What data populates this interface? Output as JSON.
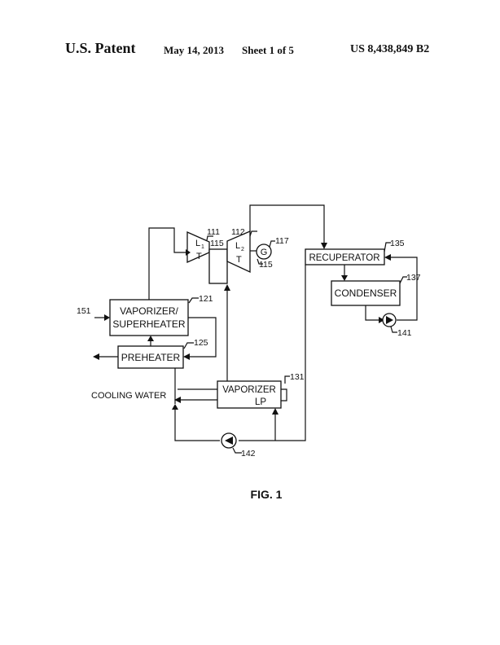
{
  "header": {
    "patent_label": "U.S. Patent",
    "date": "May 14, 2013",
    "sheet": "Sheet 1 of 5",
    "patent_number": "US 8,438,849 B2"
  },
  "figure": {
    "caption": "FIG. 1",
    "blocks": {
      "vaporizer_superheater": [
        "VAPORIZER/",
        "SUPERHEATER"
      ],
      "preheater": "PREHEATER",
      "vaporizer_lp": [
        "VAPORIZER",
        "LP"
      ],
      "recuperator": "RECUPERATOR",
      "condenser": "CONDENSER"
    },
    "turbines": {
      "t1_label": "L",
      "t1_sub": "1",
      "t2_label": "L",
      "t2_sub": "2",
      "t_letter": "T",
      "generator": "G"
    },
    "external_labels": {
      "cooling_water": "COOLING WATER"
    },
    "refs": {
      "r111": "111",
      "r112": "112",
      "r115a": "115",
      "r115b": "115",
      "r117": "117",
      "r121": "121",
      "r125": "125",
      "r131": "131",
      "r135": "135",
      "r137": "137",
      "r141": "141",
      "r142": "142",
      "r151": "151"
    }
  }
}
